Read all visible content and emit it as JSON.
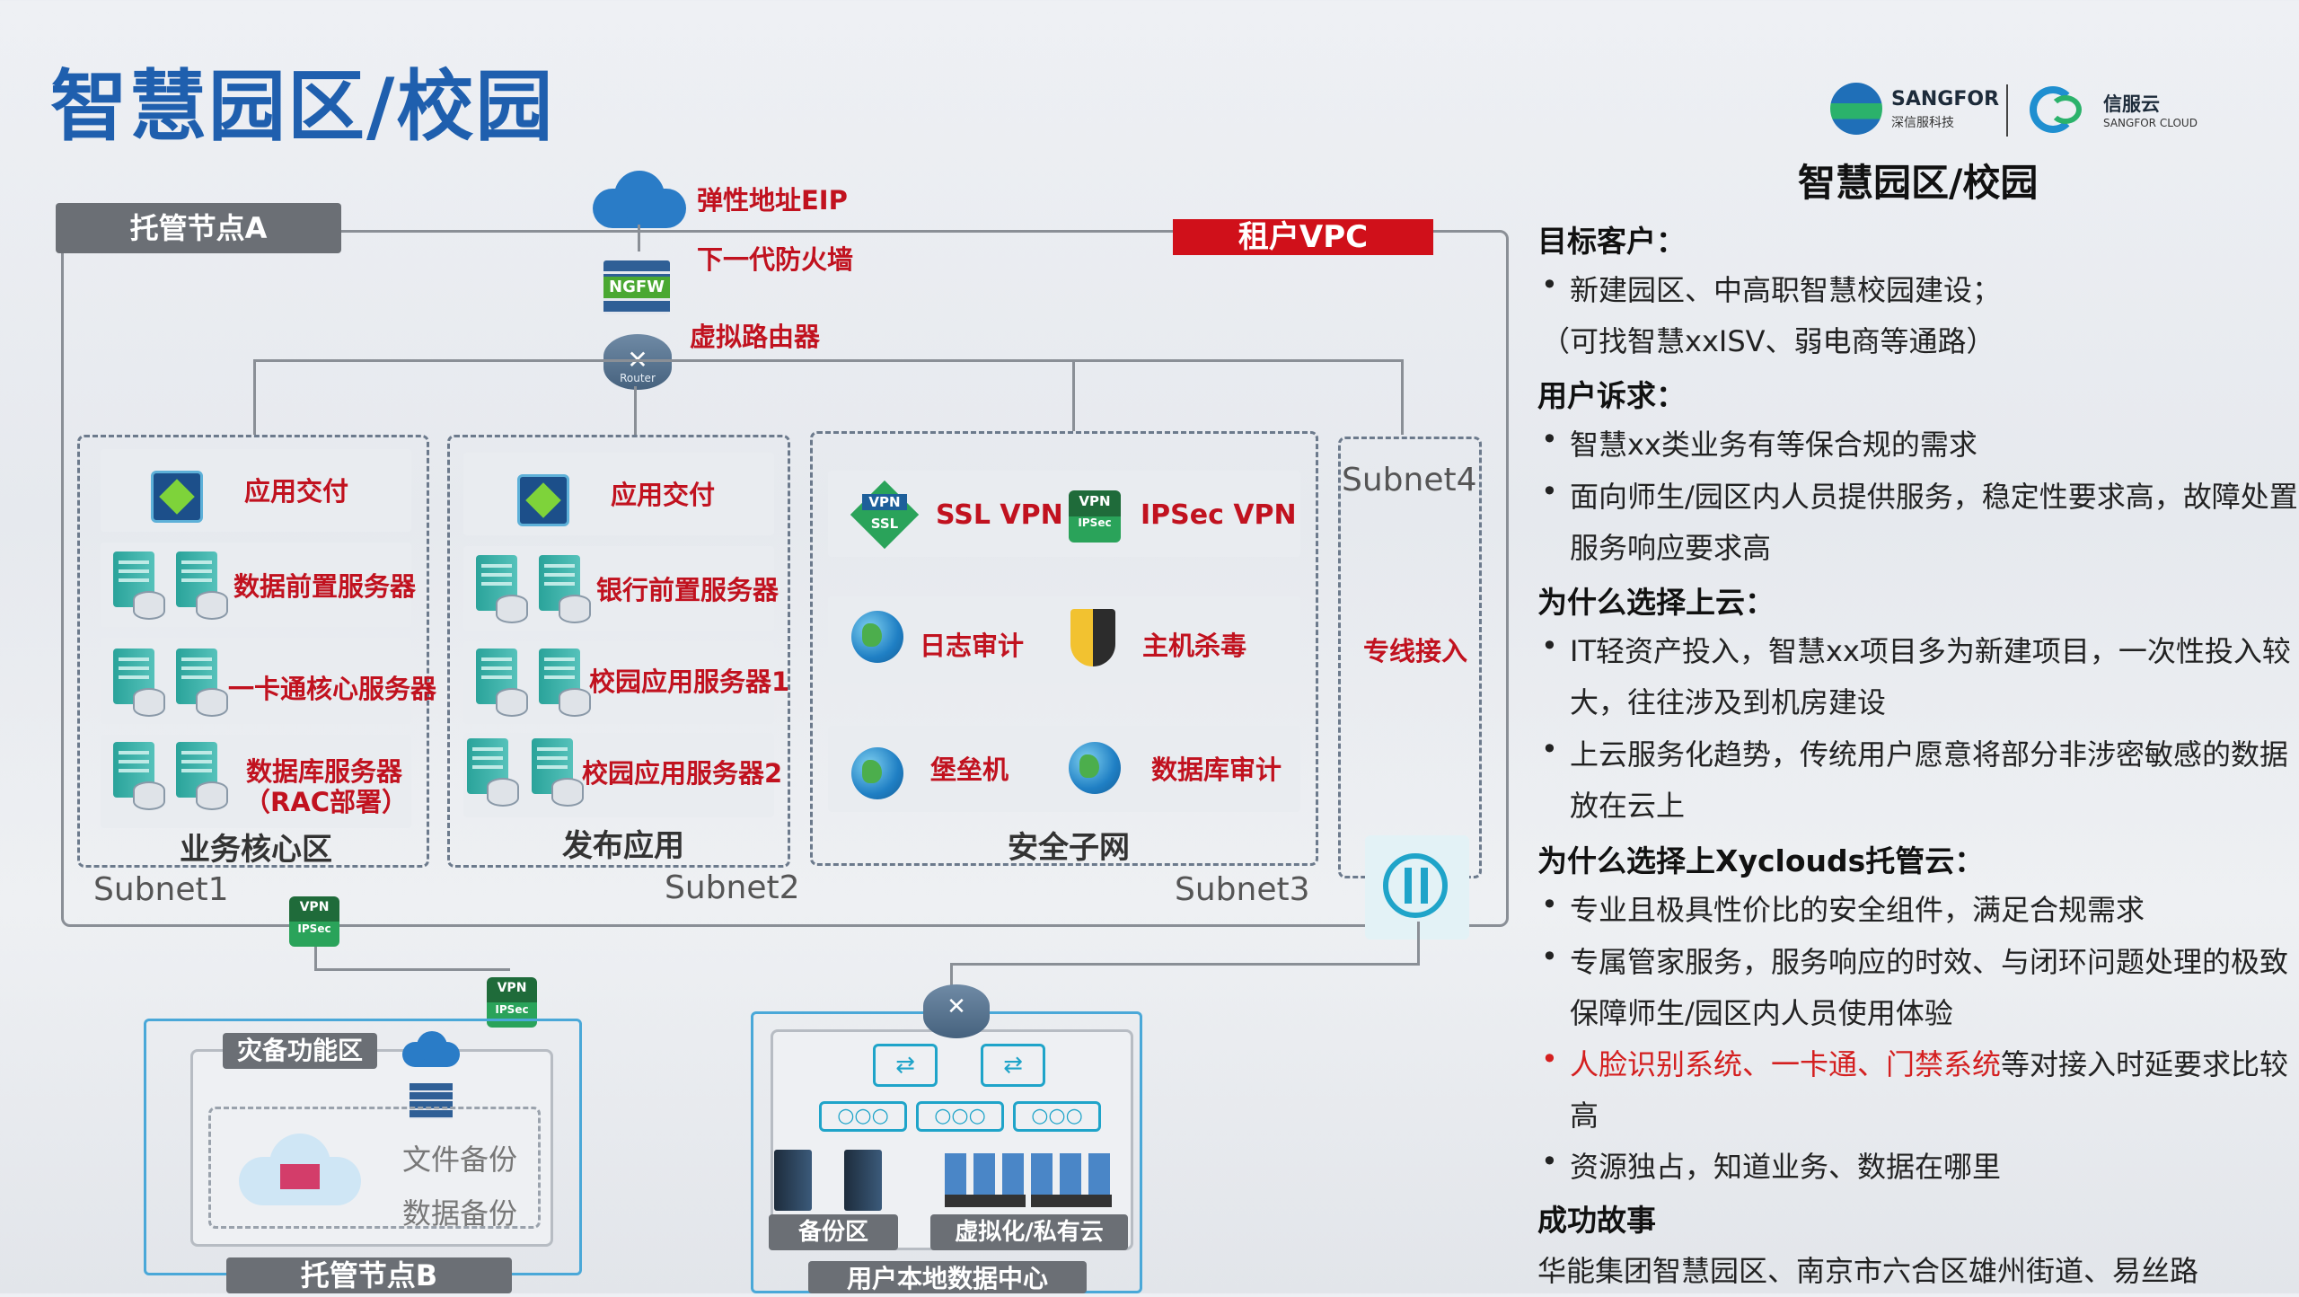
{
  "title": "智慧园区/校园",
  "diagram": {
    "node_a_label": "托管节点A",
    "vpc_label": "租户VPC",
    "eip_label": "弹性地址EIP",
    "ngfw_label": "下一代防火墙",
    "ngfw_badge": "NGFW",
    "router_label": "虚拟路由器",
    "router_badge": "Router",
    "zone1": {
      "name": "业务核心区",
      "subnet": "Subnet1",
      "items": [
        "应用交付",
        "数据前置服务器",
        "一卡通核心服务器",
        "数据库服务器",
        "（RAC部署）"
      ]
    },
    "zone2": {
      "name": "发布应用",
      "subnet": "Subnet2",
      "items": [
        "应用交付",
        "银行前置服务器",
        "校园应用服务器1",
        "校园应用服务器2"
      ]
    },
    "zone3": {
      "name": "安全子网",
      "subnet": "Subnet3",
      "items": [
        "SSL VPN",
        "IPSec VPN",
        "日志审计",
        "主机杀毒",
        "堡垒机",
        "数据库审计"
      ]
    },
    "zone4": {
      "subnet": "Subnet4",
      "item": "专线接入"
    },
    "node_b": {
      "label": "托管节点B",
      "inner_label": "灾备功能区",
      "files": [
        "文件备份",
        "数据备份"
      ]
    },
    "local_dc": {
      "label": "用户本地数据中心",
      "backup": "备份区",
      "virtual": "虚拟化/私有云"
    },
    "vpn_badge": "VPN",
    "ipsec_badge": "IPSec",
    "ssl_badge": "SSL"
  },
  "right_panel": {
    "brand1": "SANGFOR",
    "brand1_sub": "深信服科技",
    "brand2": "信服云",
    "brand2_sub": "SANGFOR CLOUD",
    "heading": "智慧园区/校园",
    "sections": [
      {
        "title": "目标客户：",
        "bullets": [
          "新建园区、中高职智慧校园建设；"
        ],
        "extra": "（可找智慧xxISV、弱电商等通路）"
      },
      {
        "title": "用户诉求：",
        "bullets": [
          "智慧xx类业务有等保合规的需求",
          "面向师生/园区内人员提供服务，稳定性要求高，故障处置",
          "服务响应要求高"
        ]
      },
      {
        "title": "为什么选择上云：",
        "bullets": [
          "IT轻资产投入，智慧xx项目多为新建项目，一次性投入较",
          "大，往往涉及到机房建设",
          "上云服务化趋势，传统用户愿意将部分非涉密敏感的数据",
          "放在云上"
        ]
      },
      {
        "title": "为什么选择上Xyclouds托管云：",
        "bullets": [
          "专业且极具性价比的安全组件，满足合规需求",
          "专属管家服务，服务响应的时效、与闭环问题处理的极致",
          "保障师生/园区内人员使用体验",
          "人脸识别系统、一卡通、门禁系统",
          "等对接入时延要求比较",
          "高",
          "资源独占，知道业务、数据在哪里"
        ]
      },
      {
        "title": "成功故事",
        "bullets": [
          "华能集团智慧园区、南京市六合区雄州街道、易丝路"
        ]
      }
    ]
  },
  "colors": {
    "title": "#1f5fae",
    "accent_red": "#c1121f",
    "vpc_red": "#d0101a",
    "label_gray": "#6b6f75"
  }
}
